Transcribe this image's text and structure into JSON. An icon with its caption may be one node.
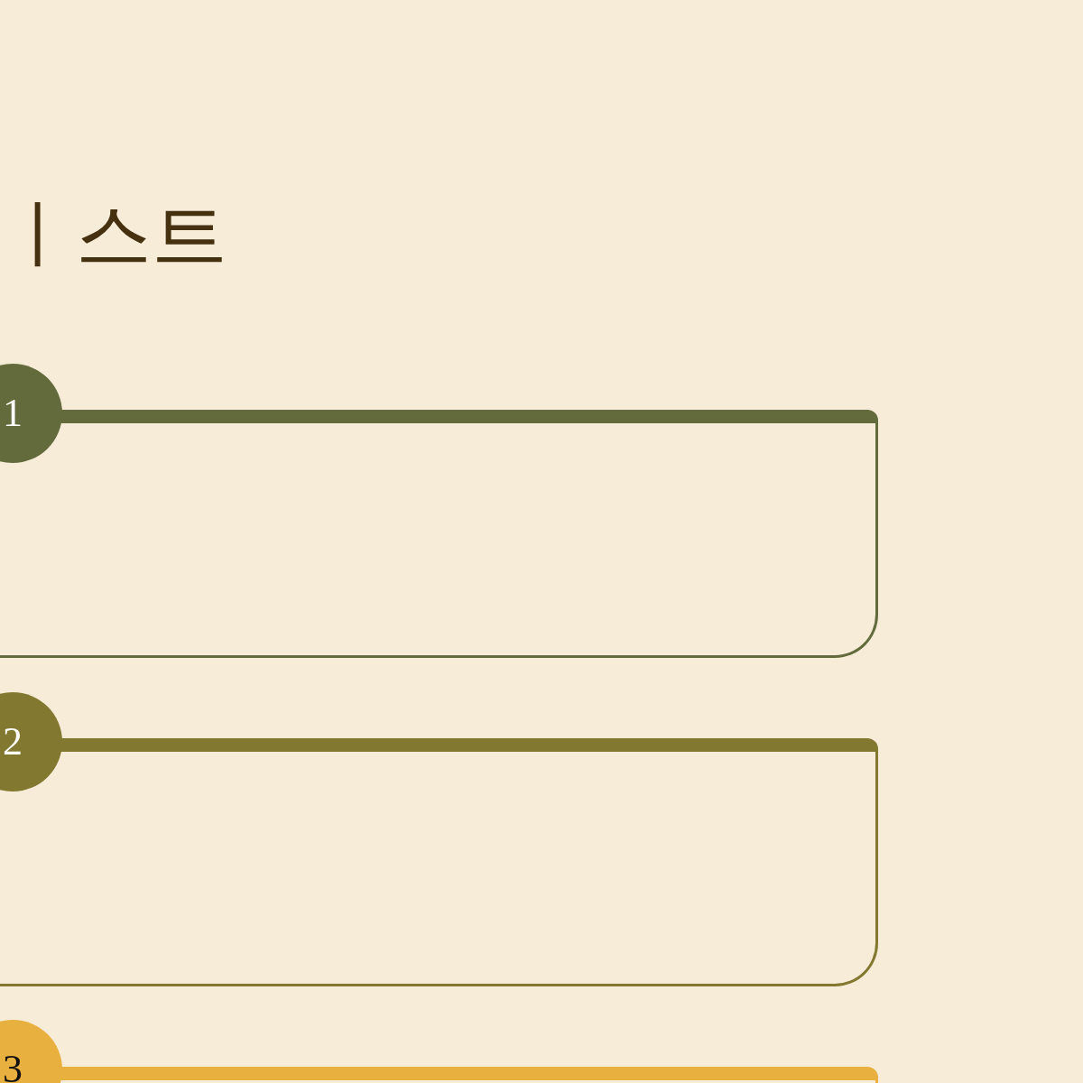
{
  "diagram": {
    "title": "ㅣ스트",
    "nodes": [
      {
        "text": [
          "1"
        ]
      },
      {
        "text": [],
        "shape": "box"
      },
      {
        "text": [
          "2"
        ]
      },
      {
        "text": [],
        "shape": "box"
      },
      {
        "text": [
          "3"
        ]
      },
      {
        "text": [],
        "shape": "box"
      }
    ]
  }
}
